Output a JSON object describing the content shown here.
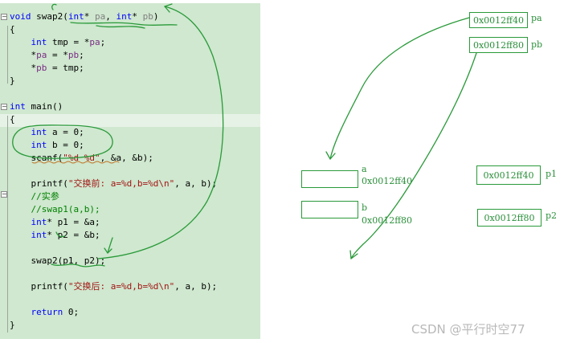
{
  "code_lines": [
    {
      "segs": [
        [
          "kw",
          "void "
        ],
        [
          "fn",
          "swap2("
        ],
        [
          "kw",
          "int"
        ],
        [
          "fn",
          "* "
        ],
        [
          "par",
          "pa"
        ],
        [
          "fn",
          ", "
        ],
        [
          "kw",
          "int"
        ],
        [
          "fn",
          "* "
        ],
        [
          "par",
          "pb"
        ],
        [
          "fn",
          ")"
        ]
      ]
    },
    {
      "segs": [
        [
          "fn",
          "{"
        ]
      ]
    },
    {
      "segs": [
        [
          "fn",
          "    "
        ],
        [
          "kw",
          "int"
        ],
        [
          "fn",
          " tmp = *"
        ],
        [
          "var",
          "pa"
        ],
        [
          "fn",
          ";"
        ]
      ]
    },
    {
      "segs": [
        [
          "fn",
          "    *"
        ],
        [
          "var",
          "pa"
        ],
        [
          "fn",
          " = *"
        ],
        [
          "var",
          "pb"
        ],
        [
          "fn",
          ";"
        ]
      ]
    },
    {
      "segs": [
        [
          "fn",
          "    *"
        ],
        [
          "var",
          "pb"
        ],
        [
          "fn",
          " = tmp;"
        ]
      ]
    },
    {
      "segs": [
        [
          "fn",
          "}"
        ]
      ]
    },
    {
      "segs": [
        [
          "fn",
          ""
        ]
      ]
    },
    {
      "segs": [
        [
          "kw",
          "int"
        ],
        [
          "fn",
          " main()"
        ]
      ]
    },
    {
      "segs": [
        [
          "fn",
          "{"
        ]
      ]
    },
    {
      "segs": [
        [
          "fn",
          "    "
        ],
        [
          "kw",
          "int"
        ],
        [
          "fn",
          " a = 0;"
        ]
      ]
    },
    {
      "segs": [
        [
          "fn",
          "    "
        ],
        [
          "kw",
          "int"
        ],
        [
          "fn",
          " b = 0;"
        ]
      ]
    },
    {
      "segs": [
        [
          "fn",
          "    scanf("
        ],
        [
          "str",
          "\"%d %d\""
        ],
        [
          "fn",
          ", &a, &b);"
        ]
      ]
    },
    {
      "segs": [
        [
          "fn",
          ""
        ]
      ]
    },
    {
      "segs": [
        [
          "fn",
          "    printf("
        ],
        [
          "str",
          "\"交换前: a=%d,b=%d\\n\""
        ],
        [
          "fn",
          ", a, b);"
        ]
      ]
    },
    {
      "segs": [
        [
          "fn",
          "    "
        ],
        [
          "cmt",
          "//实参"
        ]
      ]
    },
    {
      "segs": [
        [
          "fn",
          "    "
        ],
        [
          "cmt",
          "//swap1(a,b);"
        ]
      ]
    },
    {
      "segs": [
        [
          "fn",
          "    "
        ],
        [
          "kw",
          "int"
        ],
        [
          "fn",
          "* p1 = &a;"
        ]
      ]
    },
    {
      "segs": [
        [
          "fn",
          "    "
        ],
        [
          "kw",
          "int"
        ],
        [
          "fn",
          "* p2 = &b;"
        ]
      ]
    },
    {
      "segs": [
        [
          "fn",
          ""
        ]
      ]
    },
    {
      "segs": [
        [
          "fn",
          "    swap2(p1, p2);"
        ]
      ]
    },
    {
      "segs": [
        [
          "fn",
          ""
        ]
      ]
    },
    {
      "segs": [
        [
          "fn",
          "    printf("
        ],
        [
          "str",
          "\"交换后: a=%d,b=%d\\n\""
        ],
        [
          "fn",
          ", a, b);"
        ]
      ]
    },
    {
      "segs": [
        [
          "fn",
          ""
        ]
      ]
    },
    {
      "segs": [
        [
          "fn",
          "    "
        ],
        [
          "kw",
          "return"
        ],
        [
          "fn",
          " 0;"
        ]
      ]
    },
    {
      "segs": [
        [
          "fn",
          "}"
        ]
      ]
    }
  ],
  "diagram": {
    "pa_box": "0x0012ff40",
    "pa_label": "pa",
    "pb_box": "0x0012ff80",
    "pb_label": "pb",
    "a_label": "a",
    "a_addr": "0x0012ff40",
    "b_label": "b",
    "b_addr": "0x0012ff80",
    "p1_box": "0x0012ff40",
    "p1_label": "p1",
    "p2_box": "0x0012ff80",
    "p2_label": "p2"
  },
  "watermark": "CSDN @平行时空77",
  "colors": {
    "code_bg": "#cfe8cf",
    "ink": "#2a9a3a",
    "keyword": "#0000ff",
    "string": "#a31515",
    "comment": "#008000"
  }
}
